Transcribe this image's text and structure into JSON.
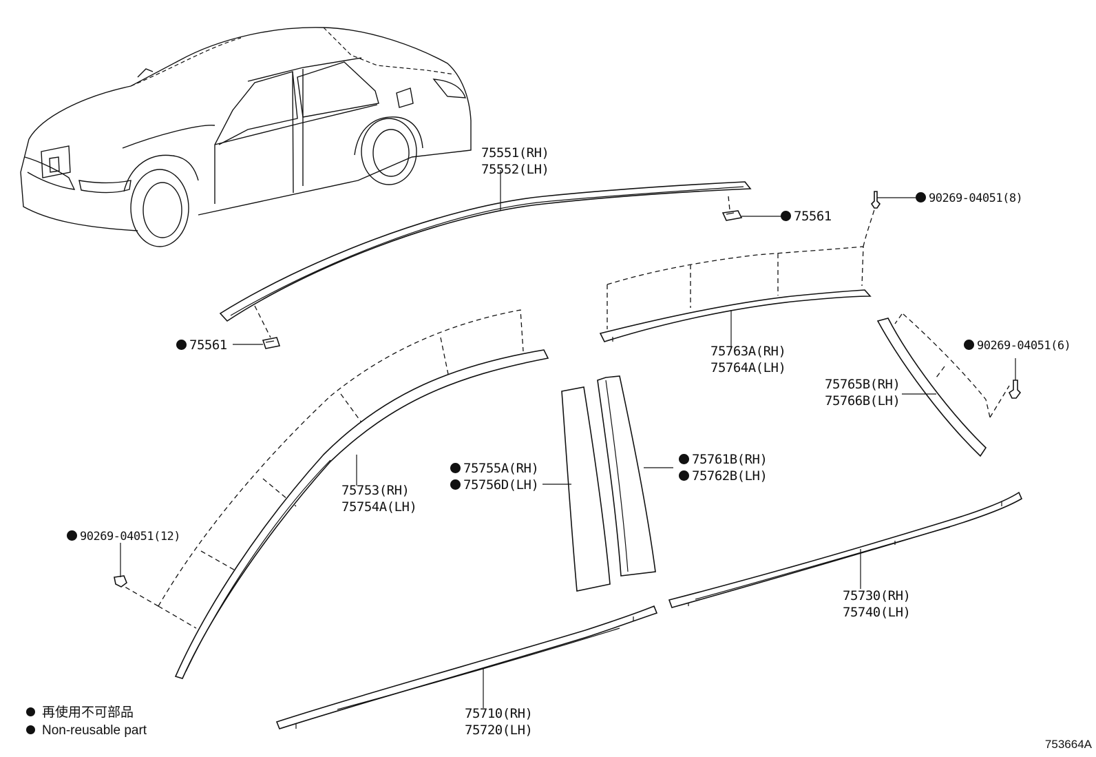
{
  "parts": {
    "roof_molding": {
      "rh": "75551(RH)",
      "lh": "75552(LH)"
    },
    "clip_right": "75561",
    "clip_left": "75561",
    "screw_top": "90269-04051(8)",
    "rear_upper": {
      "rh": "75763A(RH)",
      "lh": "75764A(LH)"
    },
    "screw_rear": "90269-04051(6)",
    "rear_corner": {
      "rh": "75765B(RH)",
      "lh": "75766B(LH)"
    },
    "front_upper": {
      "rh": "75753(RH)",
      "lh": "75754A(LH)"
    },
    "pillar_front": {
      "rh": "75755A(RH)",
      "lh": "75756D(LH)"
    },
    "pillar_rear": {
      "rh": "75761B(RH)",
      "lh": "75762B(LH)"
    },
    "screw_front": "90269-04051(12)",
    "belt_rear": {
      "rh": "75730(RH)",
      "lh": "75740(LH)"
    },
    "belt_front": {
      "rh": "75710(RH)",
      "lh": "75720(LH)"
    }
  },
  "legend": {
    "jp": "再使用不可部品",
    "en": "Non-reusable part"
  },
  "diagram_code": "753664A"
}
